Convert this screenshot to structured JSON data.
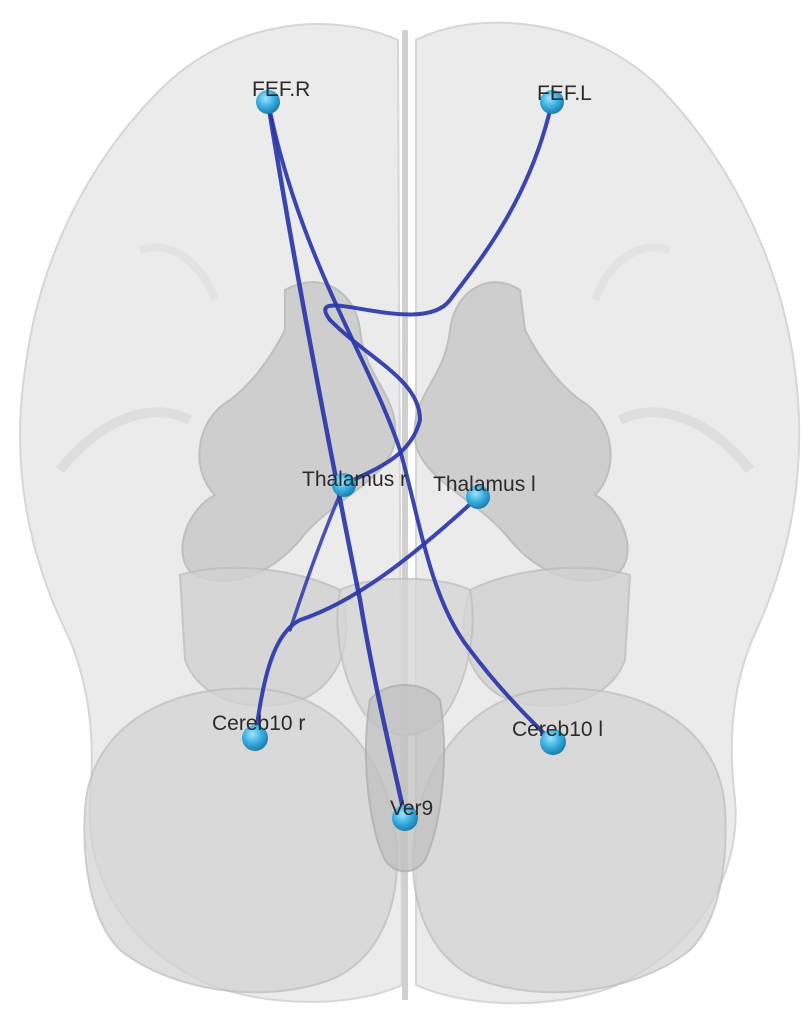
{
  "nodes": [
    {
      "id": "fef-r",
      "label": "FEF.R"
    },
    {
      "id": "fef-l",
      "label": "FEF.L"
    },
    {
      "id": "thalamus-r",
      "label": "Thalamus r"
    },
    {
      "id": "thalamus-l",
      "label": "Thalamus l"
    },
    {
      "id": "cereb10-r",
      "label": "Cereb10 r"
    },
    {
      "id": "cereb10-l",
      "label": "Cereb10 l"
    },
    {
      "id": "ver9",
      "label": "Ver9"
    }
  ],
  "edges": [
    {
      "from": "FEF.R",
      "to": "Ver9"
    },
    {
      "from": "FEF.R",
      "to": "Cereb10 l"
    },
    {
      "from": "FEF.L",
      "to": "Thalamus r"
    },
    {
      "from": "Thalamus l",
      "to": "Cereb10 r"
    }
  ],
  "colors": {
    "edge": "#2a37a8",
    "node": "#3aaee0",
    "brain_shell": "#ececec",
    "deep_structures": "#c9c9c9"
  }
}
